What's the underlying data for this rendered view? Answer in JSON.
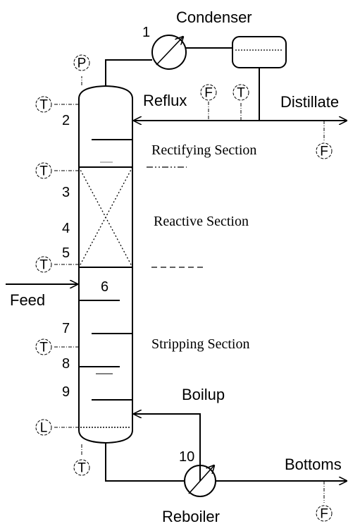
{
  "labels": {
    "condenser": "Condenser",
    "reflux": "Reflux",
    "distillate": "Distillate",
    "feed": "Feed",
    "boilup": "Boilup",
    "bottoms": "Bottoms",
    "reboiler": "Reboiler"
  },
  "sections": {
    "rectifying": "Rectifying Section",
    "reactive": "Reactive Section",
    "stripping": "Stripping Section"
  },
  "stages": [
    "1",
    "2",
    "3",
    "4",
    "5",
    "6",
    "7",
    "8",
    "9",
    "10"
  ],
  "instruments": {
    "P": "P",
    "T": "T",
    "F": "F",
    "L": "L"
  }
}
